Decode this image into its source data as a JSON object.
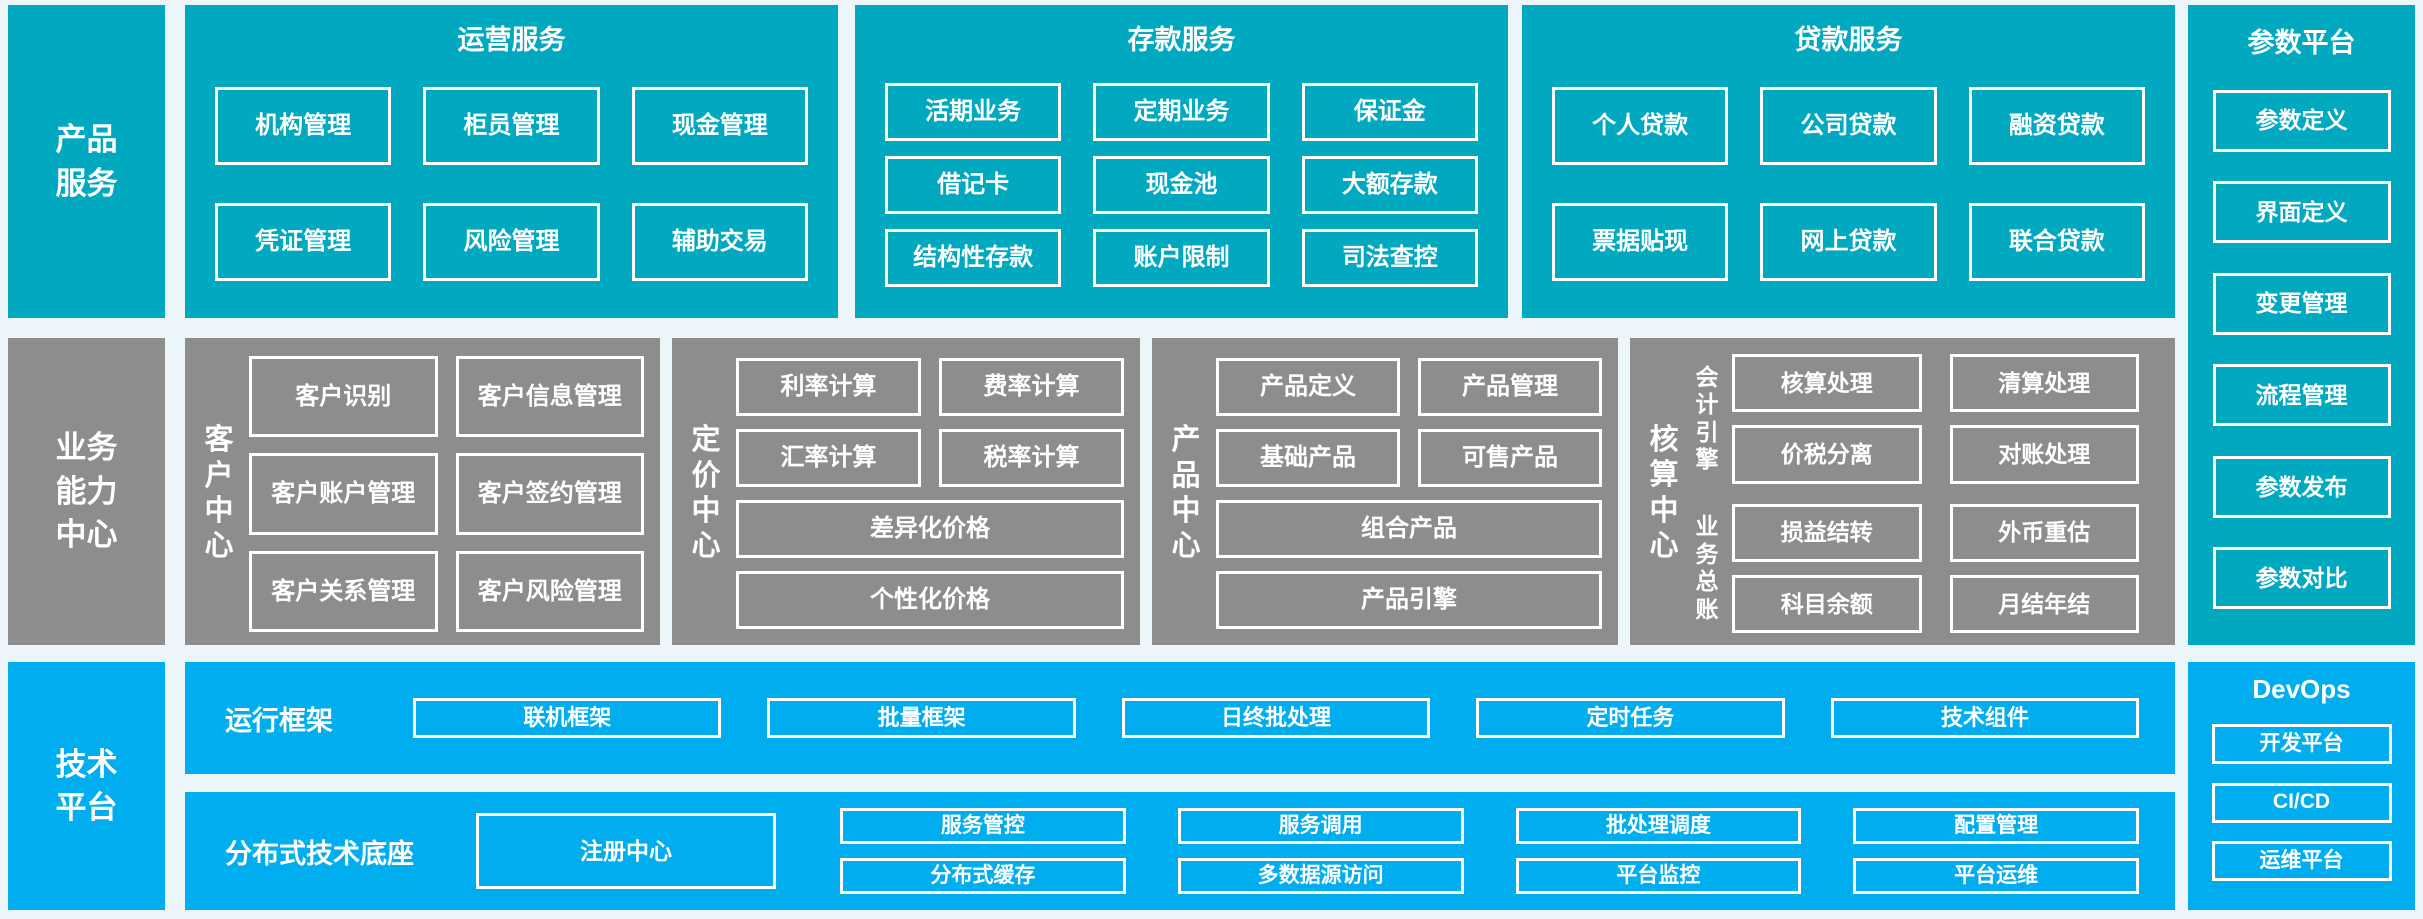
{
  "palette": {
    "teal": "#00a8c0",
    "gray": "#8d8d8d",
    "blue": "#00aeef",
    "page_bg": "#ecf5f9"
  },
  "left_rail": {
    "product_services": "产品\n服务",
    "business_capability": "业务\n能力\n中心",
    "tech_platform": "技术\n平台"
  },
  "top_row": {
    "groups": [
      {
        "title": "运营服务",
        "items": [
          "机构管理",
          "柜员管理",
          "现金管理",
          "凭证管理",
          "风险管理",
          "辅助交易"
        ]
      },
      {
        "title": "存款服务",
        "items": [
          "活期业务",
          "定期业务",
          "保证金",
          "借记卡",
          "现金池",
          "大额存款",
          "结构性存款",
          "账户限制",
          "司法查控"
        ]
      },
      {
        "title": "贷款服务",
        "items": [
          "个人贷款",
          "公司贷款",
          "融资贷款",
          "票据贴现",
          "网上贷款",
          "联合贷款"
        ]
      }
    ]
  },
  "param_platform": {
    "title": "参数平台",
    "items": [
      "参数定义",
      "界面定义",
      "变更管理",
      "流程管理",
      "参数发布",
      "参数对比"
    ]
  },
  "capability_row": {
    "customer_center": {
      "label": "客户中心",
      "items": [
        "客户识别",
        "客户信息管理",
        "客户账户管理",
        "客户签约管理",
        "客户关系管理",
        "客户风险管理"
      ]
    },
    "pricing_center": {
      "label": "定价中心",
      "grid": [
        "利率计算",
        "费率计算",
        "汇率计算",
        "税率计算"
      ],
      "wide": [
        "差异化价格",
        "个性化价格"
      ]
    },
    "product_center": {
      "label": "产品中心",
      "grid": [
        "产品定义",
        "产品管理",
        "基础产品",
        "可售产品"
      ],
      "wide": [
        "组合产品",
        "产品引擎"
      ]
    },
    "accounting_center": {
      "label": "核算中心",
      "sections": [
        {
          "label": "会计引擎",
          "items": [
            "核算处理",
            "清算处理",
            "价税分离",
            "对账处理"
          ]
        },
        {
          "label": "业务总账",
          "items": [
            "损益结转",
            "外币重估",
            "科目余额",
            "月结年结"
          ]
        }
      ]
    }
  },
  "tech_row": {
    "runtime": {
      "label": "运行框架",
      "items": [
        "联机框架",
        "批量框架",
        "日终批处理",
        "定时任务",
        "技术组件"
      ]
    },
    "distributed": {
      "label": "分布式技术底座",
      "registry": "注册中心",
      "grid": [
        "服务管控",
        "服务调用",
        "批处理调度",
        "配置管理",
        "分布式缓存",
        "多数据源访问",
        "平台监控",
        "平台运维"
      ]
    },
    "devops": {
      "title": "DevOps",
      "items": [
        "开发平台",
        "CI/CD",
        "运维平台"
      ]
    }
  }
}
